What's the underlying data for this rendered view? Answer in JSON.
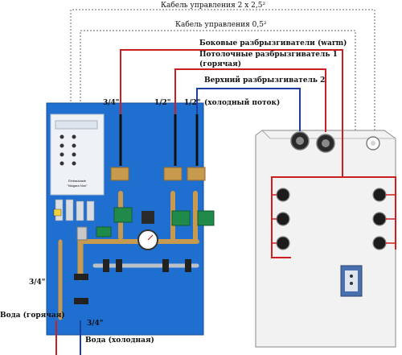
{
  "labels": {
    "cable_control_2x25": "Кабель управления 2 х 2,5²",
    "cable_control_05": "Кабель управления 0,5²",
    "side_sprinklers": "Боковые разбрызгиватели (warm)",
    "ceiling_sprinkler_line1": "Потолочные разбрызгиватель 1",
    "ceiling_sprinkler_line2": "(горячая)",
    "top_sprinkler_line1": "Верхний разбрызгиватель 2",
    "top_sprinkler_line2": "(холодный поток)",
    "size_34_top": "3/4\"",
    "size_12_a": "1/2\"",
    "size_12_b": "1/2\"",
    "size_34_left": "3/4\"",
    "size_34_bottom": "3/4\"",
    "water_hot": "Вода (горячая)",
    "water_cold": "Вода (холодная)",
    "panel_label_line1": "Einbaukaste",
    "panel_label_line2": "\"Niagara Non\""
  },
  "colors": {
    "hot_line": "#cc2020",
    "cold_line": "#1f3fa0",
    "control_cable": "#6a6a6a",
    "board_blue": "#1f6fd0",
    "brass": "#c89a4e",
    "cabin": "#f2f2f2"
  }
}
